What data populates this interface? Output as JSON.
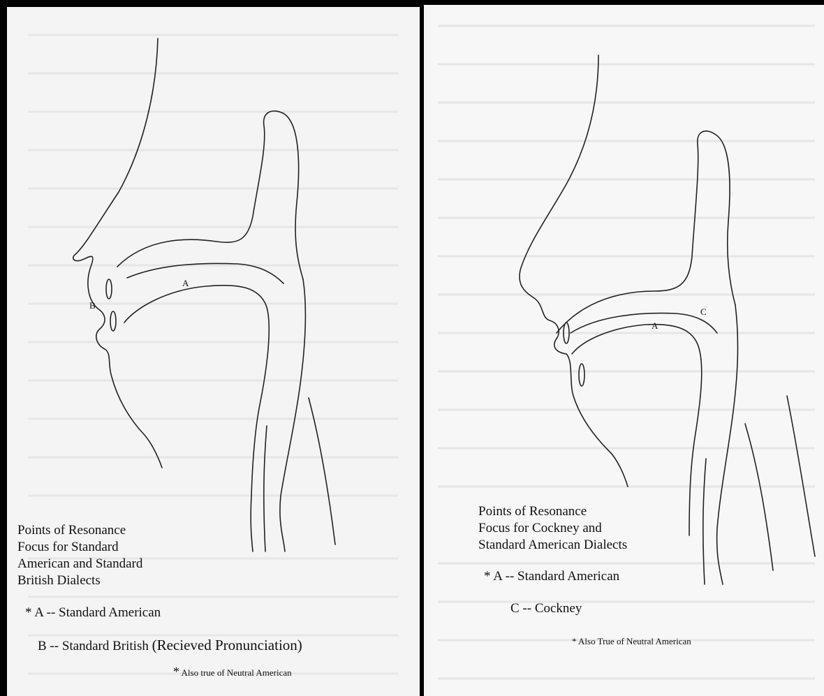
{
  "left_page": {
    "caption_lines": [
      "Points of Resonance",
      "Focus for Standard",
      "American and Standard",
      "British Dialects"
    ],
    "marker_a": "A",
    "marker_b": "B",
    "item_a": "* A -- Standard American",
    "item_b_prefix": "B -- Standard British",
    "item_b_suffix": "(Recieved Pronunciation)",
    "footnote_star": "*",
    "footnote_text": "Also true of Neutral American"
  },
  "right_page": {
    "caption_lines": [
      "Points of Resonance",
      "Focus for Cockney and",
      "Standard American Dialects"
    ],
    "marker_a": "A",
    "marker_c": "C",
    "item_a": "* A -- Standard American",
    "item_c": "C -- Cockney",
    "footnote": "* Also True of Neutral American"
  }
}
